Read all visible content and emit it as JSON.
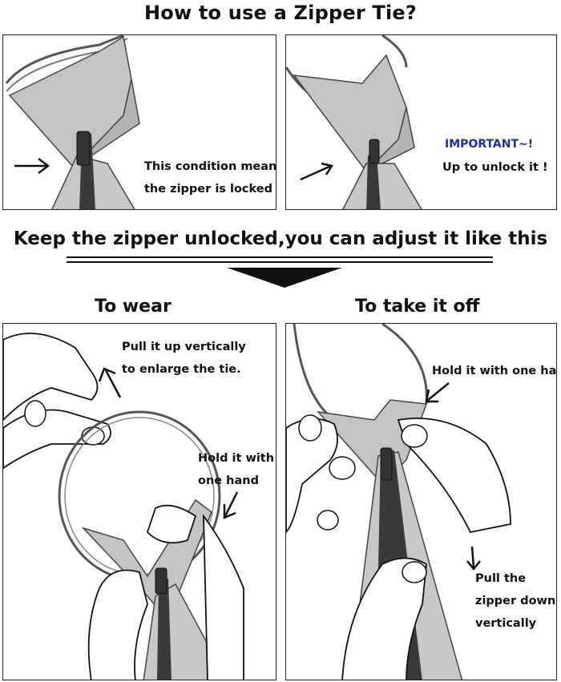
{
  "page": {
    "title": "How to use a Zipper Tie?",
    "headline": "Keep the zipper unlocked,you can adjust it like this"
  },
  "panel1": {
    "line1": "This condition means",
    "line2": "the zipper is locked"
  },
  "panel2": {
    "important": "IMPORTANT~!",
    "line": "Up to unlock it !"
  },
  "sections": {
    "wear_title": "To wear",
    "off_title": "To take it off"
  },
  "panel3": {
    "pull_line1": "Pull it up vertically",
    "pull_line2": "to enlarge the tie.",
    "hold_line1": "Hold it with",
    "hold_line2": "one hand"
  },
  "panel4": {
    "hold": "Hold it with one hand",
    "pull_line1": "Pull the",
    "pull_line2": "zipper down",
    "pull_line3": "vertically"
  },
  "colors": {
    "tie_gray": "#c4c4c4",
    "tie_dark": "#8f8f8f",
    "zipper": "#3a3a3a",
    "important_blue": "#1a2fb0"
  }
}
